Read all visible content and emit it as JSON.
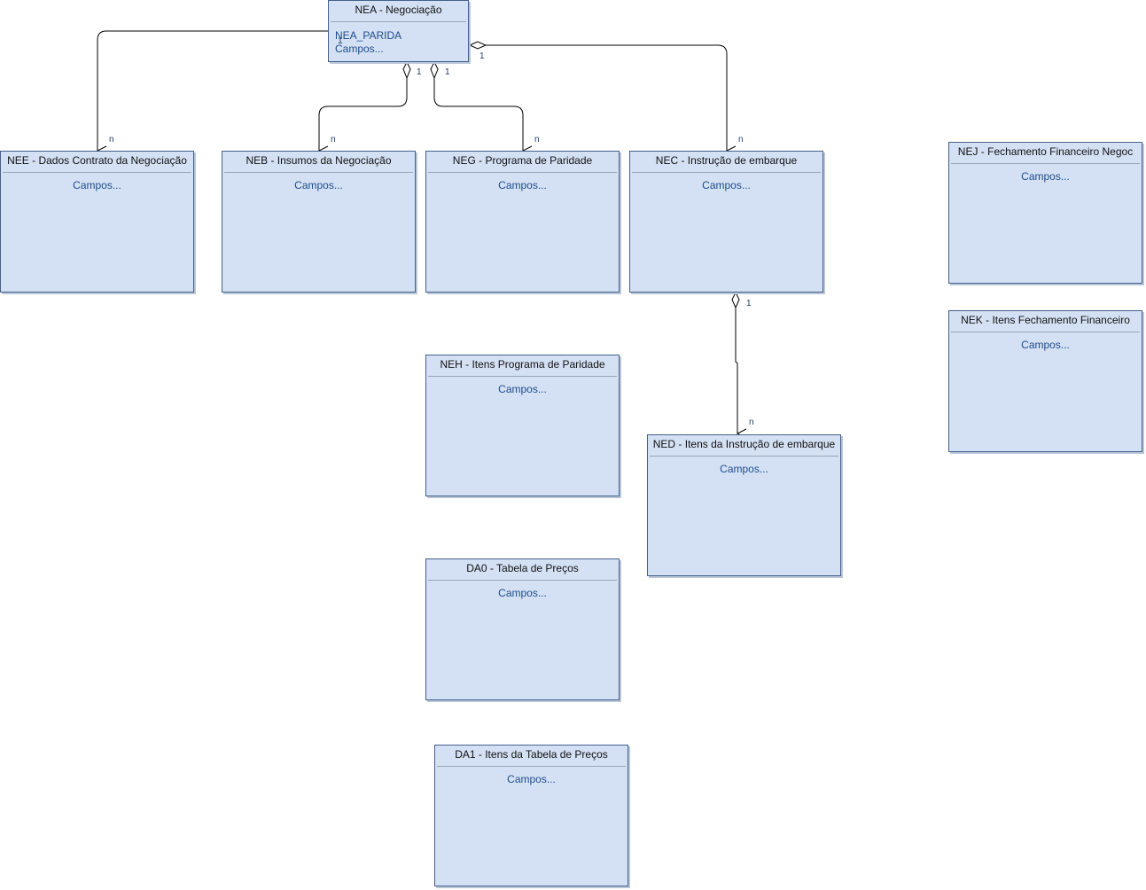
{
  "entities": {
    "nea": {
      "title": "NEA - Negociação",
      "field": "NEA_PARIDA",
      "fields_label": "Campos..."
    },
    "nee": {
      "title": "NEE - Dados Contrato da Negociação",
      "fields_label": "Campos..."
    },
    "neb": {
      "title": "NEB - Insumos da Negociação",
      "fields_label": "Campos..."
    },
    "neg": {
      "title": "NEG - Programa de Paridade",
      "fields_label": "Campos..."
    },
    "nec": {
      "title": "NEC - Instrução de embarque",
      "fields_label": "Campos..."
    },
    "nej": {
      "title": "NEJ - Fechamento Financeiro Negoc",
      "fields_label": "Campos..."
    },
    "nek": {
      "title": "NEK - Itens Fechamento Financeiro",
      "fields_label": "Campos..."
    },
    "neh": {
      "title": "NEH - Itens Programa de Paridade",
      "fields_label": "Campos..."
    },
    "ned": {
      "title": "NED - Itens da Instrução de embarque",
      "fields_label": "Campos..."
    },
    "da0": {
      "title": "DA0 - Tabela de Preços",
      "fields_label": "Campos..."
    },
    "da1": {
      "title": "DA1 - Itens da Tabela de Preços",
      "fields_label": "Campos..."
    }
  },
  "multiplicities": {
    "nea_nee_source": "1",
    "nee_target": "n",
    "nea_neb_source": "1",
    "neb_target": "n",
    "nea_neg_source": "1",
    "neg_target": "n",
    "nea_nec_source": "1",
    "nec_target": "n",
    "nec_ned_source": "1",
    "ned_target": "n"
  },
  "colors": {
    "entity_fill": "#d4e1f4",
    "entity_border": "#44608a",
    "field_text": "#1f4d8c",
    "connector": "#000000"
  }
}
